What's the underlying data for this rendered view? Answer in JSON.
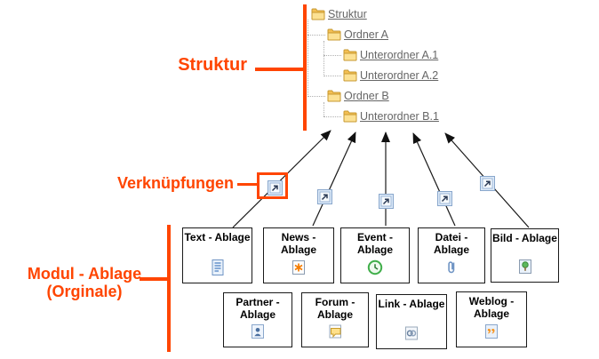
{
  "colors": {
    "accent": "#FF4500",
    "tree_link_text": "#666666",
    "box_border": "#1a1a1a"
  },
  "annotations": {
    "struktur_label": "Struktur",
    "verknuepfungen_label": "Verknüpfungen",
    "modul_label_line1": "Modul - Ablage",
    "modul_label_line2": "(Orginale)"
  },
  "tree": {
    "items": [
      {
        "label": "Struktur",
        "level": 0,
        "icon": "folder-icon"
      },
      {
        "label": "Ordner A",
        "level": 1,
        "icon": "folder-icon"
      },
      {
        "label": "Unterordner A.1",
        "level": 2,
        "icon": "folder-icon"
      },
      {
        "label": "Unterordner A.2",
        "level": 2,
        "icon": "folder-icon"
      },
      {
        "label": "Ordner B",
        "level": 1,
        "icon": "folder-icon"
      },
      {
        "label": "Unterordner B.1",
        "level": 2,
        "icon": "folder-icon"
      }
    ]
  },
  "shortcuts": {
    "icon": "shortcut-arrow-icon",
    "count": 5
  },
  "modules": {
    "row1": [
      {
        "line1": "Text - Ablage",
        "line2": "",
        "icon": "text-document-icon"
      },
      {
        "line1": "News -",
        "line2": "Ablage",
        "icon": "news-icon"
      },
      {
        "line1": "Event -",
        "line2": "Ablage",
        "icon": "event-clock-icon"
      },
      {
        "line1": "Datei -",
        "line2": "Ablage",
        "icon": "file-paperclip-icon"
      },
      {
        "line1": "Bild - Ablage",
        "line2": "",
        "icon": "image-icon"
      }
    ],
    "row2": [
      {
        "line1": "Partner -",
        "line2": "Ablage",
        "icon": "partner-person-icon"
      },
      {
        "line1": "Forum -",
        "line2": "Ablage",
        "icon": "forum-speech-bubble-icon"
      },
      {
        "line1": "Link - Ablage",
        "line2": "",
        "icon": "link-chain-icon"
      },
      {
        "line1": "Weblog -",
        "line2": "Ablage",
        "icon": "weblog-quote-icon"
      }
    ]
  }
}
